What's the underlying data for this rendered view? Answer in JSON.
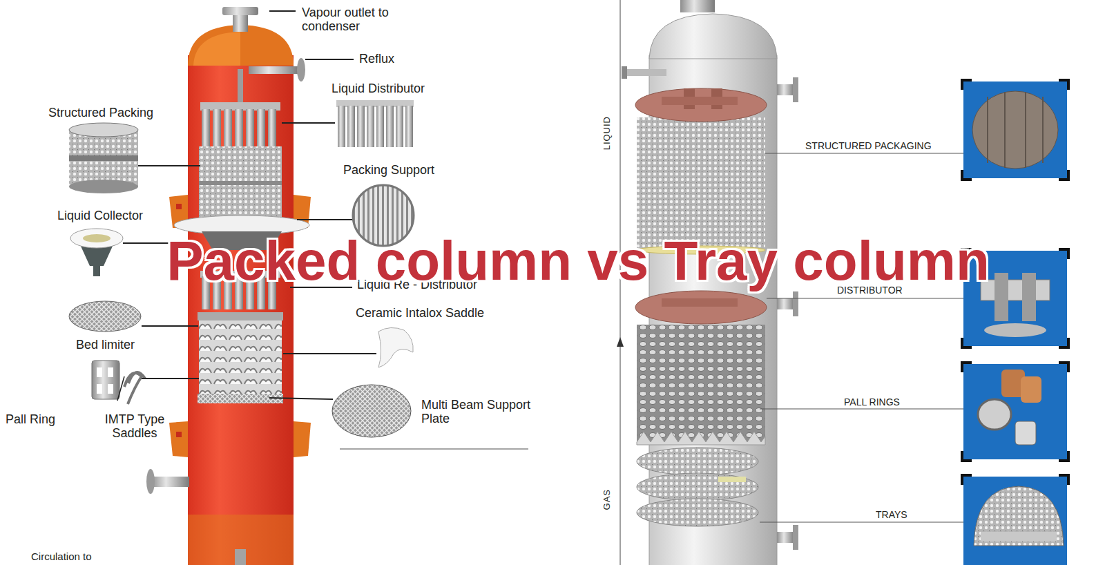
{
  "diagram": {
    "title": "Packed column vs Tray column",
    "labels": [
      "Vapour outlet to condenser",
      "Reflux",
      "Liquid Distributor",
      "Structured Packing",
      "Packing Support",
      "Liquid Collector",
      "Liquid Re - Distributor",
      "Ceramic Intalox Saddle",
      "Bed limiter",
      "Pall Ring",
      "IMTP Type Saddles",
      "Multi Beam Support Plate",
      "Circulation to",
      "LIQUID",
      "GAS",
      "STRUCTURED PACKAGING",
      "DISTRIBUTOR",
      "PALL RINGS",
      "TRAYS"
    ]
  }
}
